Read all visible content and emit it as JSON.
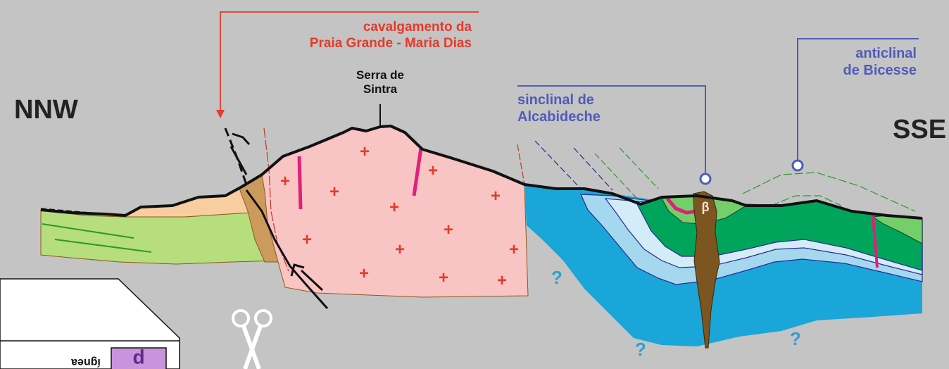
{
  "directions": {
    "left": "NNW",
    "right": "SSE"
  },
  "labels": {
    "thrust_line1": "cavalgamento da",
    "thrust_line2": "Praia Grande - Maria Dias",
    "serra_line1": "Serra de",
    "serra_line2": "Sintra",
    "syncline_line1": "sinclinal de",
    "syncline_line2": "Alcabideche",
    "anticline_line1": "anticlinal",
    "anticline_line2": "de Bicesse",
    "beta": "β",
    "question": "?",
    "plus": "+",
    "legend_flipped_word": "ígnea"
  },
  "colors": {
    "background": "#c4c4c4",
    "granite_pink": "#f9c4c4",
    "sediment_green": "#b6de7c",
    "sand_orange": "#f8cda0",
    "fault_brown": "#cc9a5c",
    "deep_blue": "#1aa6d8",
    "light_blue": "#a5d8ef",
    "pale_blue": "#d3ecf8",
    "dark_green": "#00a55c",
    "light_green": "#74cf6a",
    "intrusion_brown": "#7d5520",
    "dyke_magenta": "#e0207a",
    "thrust_red": "#e53a2a",
    "fold_blue": "#4f5cb8",
    "legend_purple": "#c993dd"
  },
  "icons": [
    "scissors-icon",
    "fault-arrow-icon"
  ]
}
